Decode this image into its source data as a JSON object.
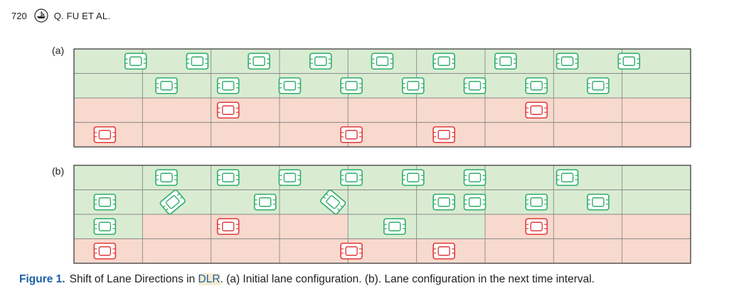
{
  "header": {
    "page_number": "720",
    "authors": "Q. FU ET AL.",
    "logo_icon": "publisher-boat-icon"
  },
  "figure": {
    "colors": {
      "green_lane": "#d9ecd2",
      "red_lane": "#f8d9cd",
      "green_car": "#2fae6a",
      "red_car": "#e23b3b",
      "grid": "#4a4a4a",
      "divider": "#8a8a8a"
    },
    "panels": [
      {
        "label": "(a)",
        "lane_colors": [
          "green",
          "green",
          "red",
          "red"
        ],
        "cars": [
          {
            "lane": 0,
            "pos": 0.1,
            "color": "green"
          },
          {
            "lane": 0,
            "pos": 0.2,
            "color": "green"
          },
          {
            "lane": 0,
            "pos": 0.3,
            "color": "green"
          },
          {
            "lane": 0,
            "pos": 0.4,
            "color": "green"
          },
          {
            "lane": 0,
            "pos": 0.5,
            "color": "green"
          },
          {
            "lane": 0,
            "pos": 0.6,
            "color": "green"
          },
          {
            "lane": 0,
            "pos": 0.7,
            "color": "green"
          },
          {
            "lane": 0,
            "pos": 0.8,
            "color": "green"
          },
          {
            "lane": 0,
            "pos": 0.9,
            "color": "green"
          },
          {
            "lane": 1,
            "pos": 0.15,
            "color": "green"
          },
          {
            "lane": 1,
            "pos": 0.25,
            "color": "green"
          },
          {
            "lane": 1,
            "pos": 0.35,
            "color": "green"
          },
          {
            "lane": 1,
            "pos": 0.45,
            "color": "green"
          },
          {
            "lane": 1,
            "pos": 0.55,
            "color": "green"
          },
          {
            "lane": 1,
            "pos": 0.65,
            "color": "green"
          },
          {
            "lane": 1,
            "pos": 0.75,
            "color": "green"
          },
          {
            "lane": 1,
            "pos": 0.85,
            "color": "green"
          },
          {
            "lane": 2,
            "pos": 0.25,
            "color": "red"
          },
          {
            "lane": 2,
            "pos": 0.75,
            "color": "red"
          },
          {
            "lane": 3,
            "pos": 0.05,
            "color": "red"
          },
          {
            "lane": 3,
            "pos": 0.45,
            "color": "red"
          },
          {
            "lane": 3,
            "pos": 0.6,
            "color": "red"
          }
        ]
      },
      {
        "label": "(b)",
        "lane_colors": [
          "green",
          "green",
          "mixed",
          "red"
        ],
        "cars": [
          {
            "lane": 0,
            "pos": 0.15,
            "color": "green"
          },
          {
            "lane": 0,
            "pos": 0.25,
            "color": "green"
          },
          {
            "lane": 0,
            "pos": 0.35,
            "color": "green"
          },
          {
            "lane": 0,
            "pos": 0.45,
            "color": "green"
          },
          {
            "lane": 0,
            "pos": 0.55,
            "color": "green"
          },
          {
            "lane": 0,
            "pos": 0.65,
            "color": "green"
          },
          {
            "lane": 0,
            "pos": 0.8,
            "color": "green"
          },
          {
            "lane": 1,
            "pos": 0.05,
            "color": "green"
          },
          {
            "lane": 1,
            "pos": 0.16,
            "color": "green",
            "tilt": -40
          },
          {
            "lane": 1,
            "pos": 0.31,
            "color": "green"
          },
          {
            "lane": 1,
            "pos": 0.42,
            "color": "green",
            "tilt": 40
          },
          {
            "lane": 1,
            "pos": 0.6,
            "color": "green"
          },
          {
            "lane": 1,
            "pos": 0.65,
            "color": "green"
          },
          {
            "lane": 1,
            "pos": 0.75,
            "color": "green"
          },
          {
            "lane": 1,
            "pos": 0.85,
            "color": "green"
          },
          {
            "lane": 2,
            "pos": 0.05,
            "color": "green"
          },
          {
            "lane": 2,
            "pos": 0.25,
            "color": "red"
          },
          {
            "lane": 2,
            "pos": 0.52,
            "color": "green"
          },
          {
            "lane": 2,
            "pos": 0.75,
            "color": "red"
          },
          {
            "lane": 3,
            "pos": 0.05,
            "color": "red"
          },
          {
            "lane": 3,
            "pos": 0.45,
            "color": "red"
          },
          {
            "lane": 3,
            "pos": 0.6,
            "color": "red"
          }
        ]
      }
    ]
  },
  "caption": {
    "fig_label": "Figure 1.",
    "text_before": "Shift of Lane Directions in ",
    "cite": "DLR",
    "text_after": ". (a) Initial lane configuration. (b). Lane configuration in the next time interval."
  }
}
